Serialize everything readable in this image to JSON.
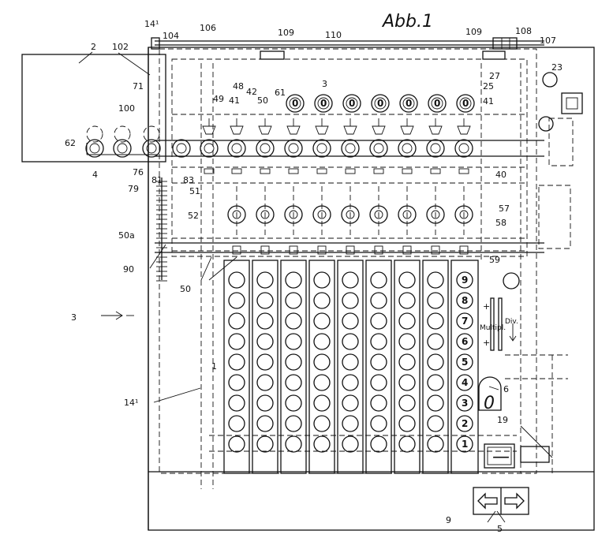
{
  "title": "Abb.1",
  "reference_labels": [
    {
      "id": "14a",
      "text": "14¹"
    },
    {
      "id": "104",
      "text": "104"
    },
    {
      "id": "106",
      "text": "106"
    },
    {
      "id": "109l",
      "text": "109"
    },
    {
      "id": "110",
      "text": "110"
    },
    {
      "id": "109r",
      "text": "109"
    },
    {
      "id": "108",
      "text": "108"
    },
    {
      "id": "107",
      "text": "107"
    },
    {
      "id": "23",
      "text": "23"
    },
    {
      "id": "2",
      "text": "2"
    },
    {
      "id": "102",
      "text": "102"
    },
    {
      "id": "71",
      "text": "71"
    },
    {
      "id": "49",
      "text": "49"
    },
    {
      "id": "48",
      "text": "48"
    },
    {
      "id": "41",
      "text": "41"
    },
    {
      "id": "42",
      "text": "42"
    },
    {
      "id": "50t",
      "text": "50"
    },
    {
      "id": "61",
      "text": "61"
    },
    {
      "id": "3",
      "text": "3"
    },
    {
      "id": "27",
      "text": "27"
    },
    {
      "id": "25",
      "text": "25"
    },
    {
      "id": "41r",
      "text": "41"
    },
    {
      "id": "100",
      "text": "100"
    },
    {
      "id": "62",
      "text": "62"
    },
    {
      "id": "4",
      "text": "4"
    },
    {
      "id": "76",
      "text": "76"
    },
    {
      "id": "79",
      "text": "79"
    },
    {
      "id": "81",
      "text": "81"
    },
    {
      "id": "83",
      "text": "83"
    },
    {
      "id": "51",
      "text": "51"
    },
    {
      "id": "52",
      "text": "52"
    },
    {
      "id": "40",
      "text": "40"
    },
    {
      "id": "57",
      "text": "57"
    },
    {
      "id": "58",
      "text": "58"
    },
    {
      "id": "59",
      "text": "59"
    },
    {
      "id": "50a",
      "text": "50a"
    },
    {
      "id": "90",
      "text": "90"
    },
    {
      "id": "50b",
      "text": "50"
    },
    {
      "id": "3arrow",
      "text": "3"
    },
    {
      "id": "1",
      "text": "1"
    },
    {
      "id": "14b",
      "text": "14¹"
    },
    {
      "id": "6",
      "text": "6"
    },
    {
      "id": "19",
      "text": "19"
    },
    {
      "id": "9",
      "text": "9"
    },
    {
      "id": "5",
      "text": "5"
    }
  ],
  "register_digit": "0",
  "key_digits": [
    "9",
    "8",
    "7",
    "6",
    "5",
    "4",
    "3",
    "2",
    "1"
  ],
  "mode_labels": {
    "mult": "Multipl.",
    "div": "Div.",
    "plus_top": "+",
    "minus_top": "—",
    "plus_bottom": "+",
    "minus_bottom": "—"
  },
  "counter_digit": "0",
  "minus_key": "—",
  "colors": {
    "ink": "#111111",
    "paper": "#ffffff"
  },
  "icons": {
    "left": "arrow-left-icon",
    "right": "arrow-right-icon"
  }
}
